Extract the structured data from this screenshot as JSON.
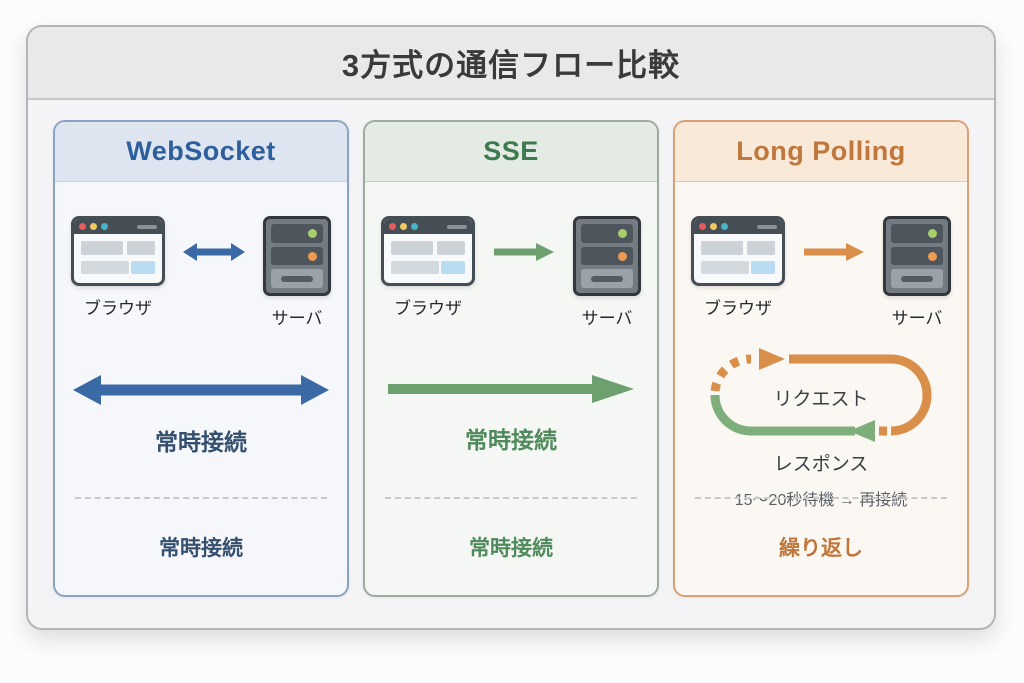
{
  "title": "3方式の通信フロー比較",
  "node_labels": {
    "browser": "ブラウザ",
    "server": "サーバ"
  },
  "colors": {
    "websocket_accent": "#2d5f9d",
    "websocket_arrow": "#3b69a5",
    "sse_accent": "#3d7a4e",
    "sse_arrow": "#6da06f",
    "longpolling_accent": "#c0773c",
    "loop_request_orange": "#d98f4a",
    "loop_response_green": "#7fae7d",
    "navy_text": "#35506f",
    "green_text": "#4f8a5b",
    "gray_note_text": "#5b6067"
  },
  "panels": [
    {
      "title": "WebSocket",
      "mid_label": "常時接続",
      "bottom_label": "常時接続"
    },
    {
      "title": "SSE",
      "mid_label": "常時接続",
      "bottom_label": "常時接続"
    },
    {
      "title": "Long Polling",
      "request_label": "リクエスト",
      "response_label": "レスポンス",
      "wait_note": "15〜20秒待機 → 再接続",
      "bottom_label": "繰り返し"
    }
  ]
}
